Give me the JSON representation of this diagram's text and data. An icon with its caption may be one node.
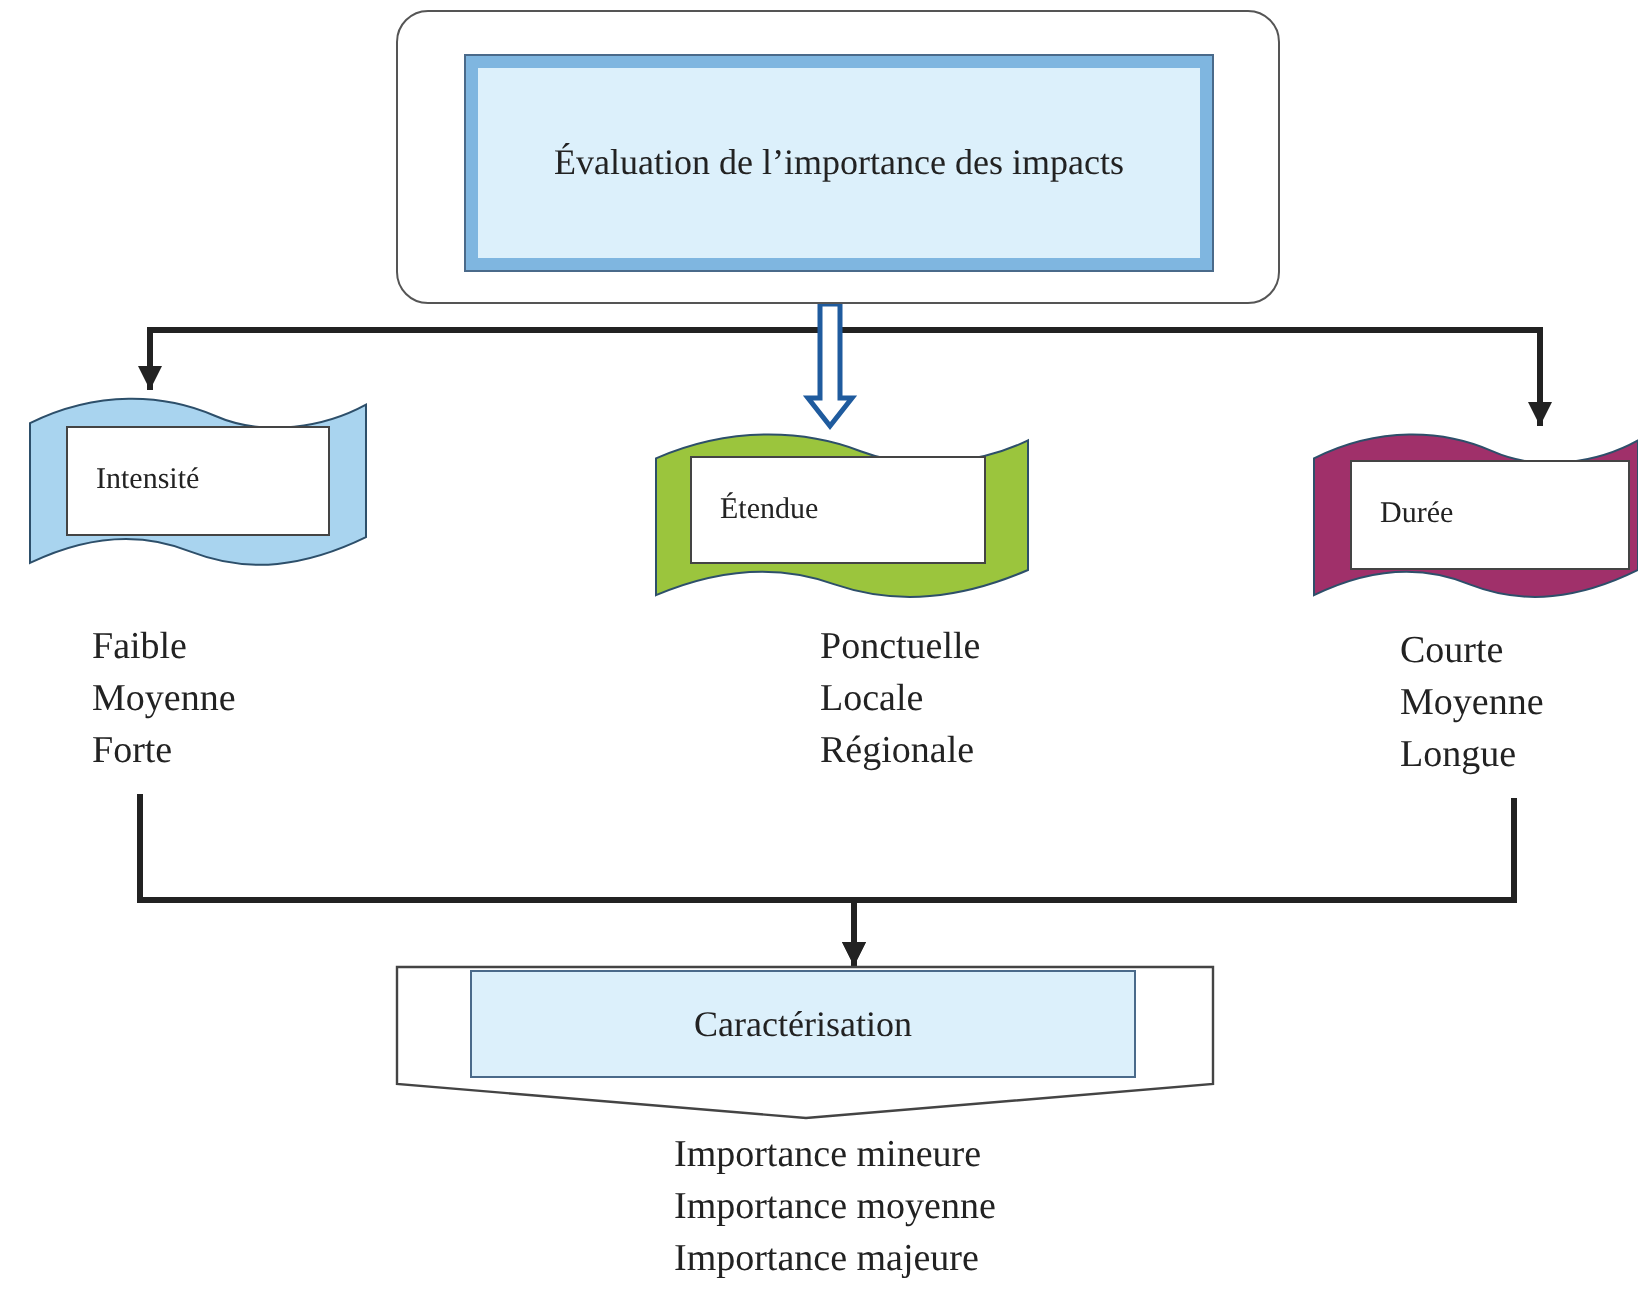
{
  "diagram": {
    "nodes": [
      {
        "text": [
          "Évaluation de l’importance des impacts"
        ]
      },
      {
        "text": [
          "Intensité"
        ]
      },
      {
        "text": [
          "Étendue"
        ]
      },
      {
        "text": [
          "Durée"
        ]
      },
      {
        "text": [
          "Faible",
          "Moyenne",
          "Forte"
        ]
      },
      {
        "text": [
          "Ponctuelle",
          "Locale",
          "Régionale"
        ]
      },
      {
        "text": [
          "Courte",
          "Moyenne",
          "Longue"
        ]
      },
      {
        "text": [
          "Caractérisation"
        ],
        "beside": [
          "Importance mineure",
          "Importance moyenne",
          "Importance majeure"
        ]
      }
    ],
    "edges": [
      {
        "from": 0,
        "to": 1,
        "arrow": "to"
      },
      {
        "from": 0,
        "to": 2,
        "arrow": "to",
        "style": "thick",
        "color": "#1f5b9e"
      },
      {
        "from": 0,
        "to": 3,
        "arrow": "to"
      },
      {
        "from": 4,
        "to": 7,
        "arrow": "to"
      },
      {
        "from": 6,
        "to": 7,
        "arrow": "to"
      }
    ]
  }
}
